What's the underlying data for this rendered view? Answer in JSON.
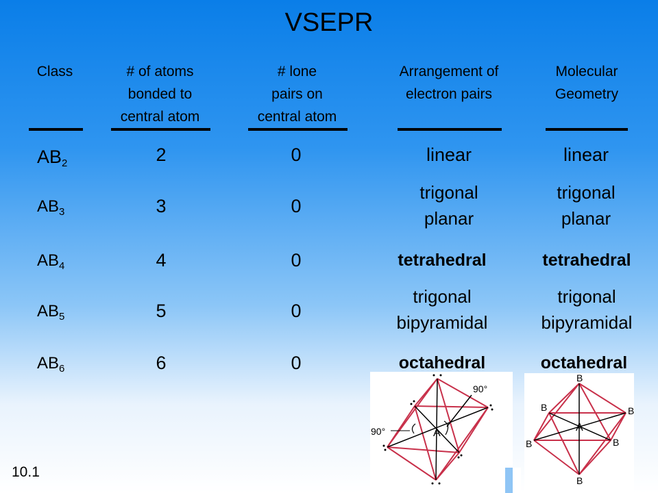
{
  "title": "VSEPR",
  "headers": [
    {
      "lines": [
        "",
        "",
        "Class"
      ]
    },
    {
      "lines": [
        "# of atoms",
        "bonded to",
        "central atom"
      ]
    },
    {
      "lines": [
        "# lone",
        "pairs on",
        "central atom"
      ]
    },
    {
      "lines": [
        "",
        "Arrangement of",
        "electron pairs"
      ]
    },
    {
      "lines": [
        "",
        "Molecular",
        "Geometry"
      ]
    }
  ],
  "rows": [
    {
      "cls": "AB",
      "sub": "2",
      "bonded": "2",
      "lone": "0",
      "arrangement": [
        "linear"
      ],
      "geometry": [
        "linear"
      ]
    },
    {
      "cls": "AB",
      "sub": "3",
      "bonded": "3",
      "lone": "0",
      "arrangement": [
        "trigonal",
        "planar"
      ],
      "geometry": [
        "trigonal",
        "planar"
      ]
    },
    {
      "cls": "AB",
      "sub": "4",
      "bonded": "4",
      "lone": "0",
      "arrangement": [
        "tetrahedral"
      ],
      "geometry": [
        "tetrahedral"
      ]
    },
    {
      "cls": "AB",
      "sub": "5",
      "bonded": "5",
      "lone": "0",
      "arrangement": [
        "trigonal",
        "bipyramidal"
      ],
      "geometry": [
        "trigonal",
        "bipyramidal"
      ]
    },
    {
      "cls": "AB",
      "sub": "6",
      "bonded": "6",
      "lone": "0",
      "arrangement": [
        "octahedral"
      ],
      "geometry": [
        "octahedral"
      ]
    }
  ],
  "footer": "10.1",
  "figures": {
    "electron": {
      "angle_top": "90°",
      "angle_left": "90°",
      "center": "A"
    },
    "molecular": {
      "center": "A",
      "outer": "B"
    }
  }
}
